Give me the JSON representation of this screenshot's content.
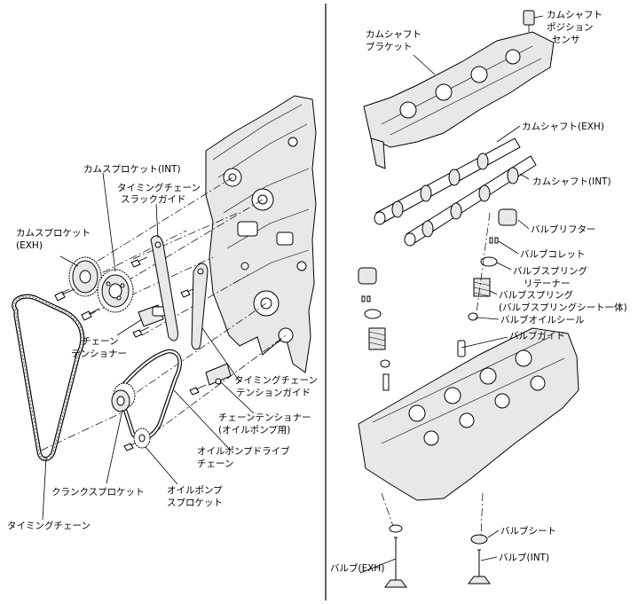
{
  "left_panel": {
    "labels": {
      "camsprocket_int": "カムスプロケット(INT)",
      "timing_slack_guide_1": "タイミングチェーン",
      "timing_slack_guide_2": "スラックガイド",
      "camsprocket_exh_1": "カムスプロケット",
      "camsprocket_exh_2": "(EXH)",
      "chain_tensioner_1": "チェーン",
      "chain_tensioner_2": "テンショナー",
      "tension_guide_1": "タイミングチェーン",
      "tension_guide_2": "テンションガイド",
      "oilpump_tensioner_1": "チェーンテンショナー",
      "oilpump_tensioner_2": "(オイルポンプ用)",
      "oilpump_drive_chain_1": "オイルポンプドライブ",
      "oilpump_drive_chain_2": "チェーン",
      "crank_sprocket": "クランクスプロケット",
      "oilpump_sprocket_1": "オイルポンプ",
      "oilpump_sprocket_2": "スプロケット",
      "timing_chain": "タイミングチェーン"
    }
  },
  "right_panel": {
    "labels": {
      "camshaft_bracket_1": "カムシャフト",
      "camshaft_bracket_2": "ブラケット",
      "cam_position_sensor_1": "カムシャフト",
      "cam_position_sensor_2": "ポジション",
      "cam_position_sensor_3": "センサ",
      "camshaft_exh": "カムシャフト(EXH)",
      "camshaft_int": "カムシャフト(INT)",
      "valve_lifter": "バルブリフター",
      "valve_collet": "バルブコレット",
      "valve_spring_retainer_1": "バルブスプリング",
      "valve_spring_retainer_2": "リテーナー",
      "valve_spring_1": "バルブスプリング",
      "valve_spring_2": "(バルブスプリングシート一体)",
      "valve_oil_seal": "バルブオイルシール",
      "valve_guide": "バルブガイド",
      "valve_seat": "バルブシート",
      "valve_exh": "バルブ(EXH)",
      "valve_int": "バルブ(INT)"
    }
  }
}
